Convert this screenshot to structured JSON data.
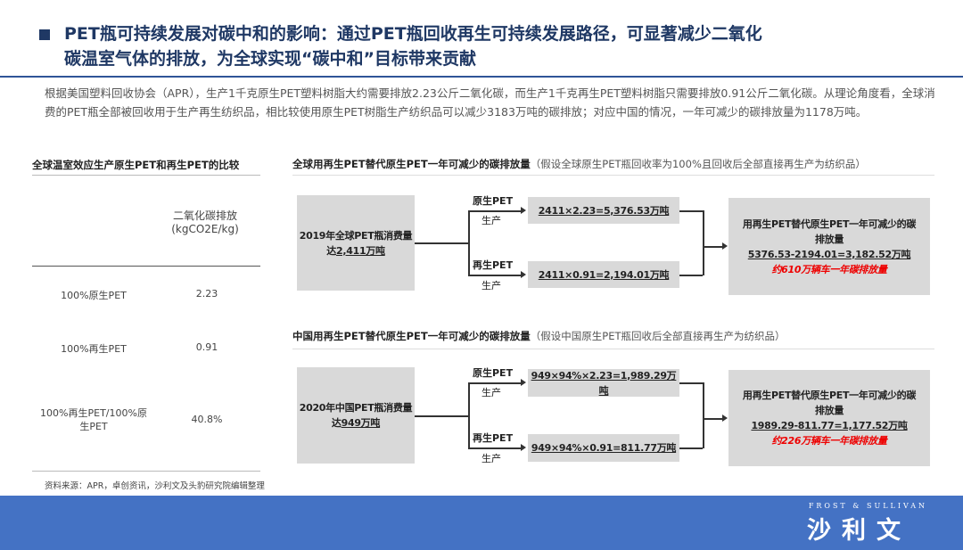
{
  "header": {
    "title": "PET瓶可持续发展对碳中和的影响：通过PET瓶回收再生可持续发展路径，可显著减少二氧化碳温室气体的排放，为全球实现“碳中和”目标带来贡献"
  },
  "intro": "根据美国塑料回收协会（APR），生产1千克原生PET塑料树脂大约需要排放2.23公斤二氧化碳，而生产1千克再生PET塑料树脂只需要排放0.91公斤二氧化碳。从理论角度看，全球消费的PET瓶全部被回收用于生产再生纺织品，相比较使用原生PET树脂生产纺织品可以减少3183万吨的碳排放；对应中国的情况，一年可减少的碳排放量为1178万吨。",
  "table": {
    "title": "全球温室效应生产原生PET和再生PET的比较",
    "col_header": "二氧化碳排放",
    "col_unit": "(kgCO2E/kg)",
    "rows": [
      {
        "label": "100%原生PET",
        "value": "2.23"
      },
      {
        "label": "100%再生PET",
        "value": "0.91"
      },
      {
        "label": "100%再生PET/100%原生PET",
        "value": "40.8%"
      }
    ]
  },
  "global": {
    "title": "全球用再生PET替代原生PET一年可减少的碳排放量",
    "note": "（假设全球原生PET瓶回收率为100%且回收后全部直接再生产为纺织品）",
    "source_pre": "2019年全球PET瓶消费量达",
    "source_val": "2,411万吨",
    "virgin_label": "原生PET",
    "virgin_label2": "生产",
    "virgin_calc": "2411×2.23=5,376.53万吨",
    "recycled_label": "再生PET",
    "recycled_label2": "生产",
    "recycled_calc": "2411×0.91=2,194.01万吨",
    "result_title": "用再生PET替代原生PET一年可减少的碳排放量",
    "result_calc": "5376.53-2194.01=3,182.52万吨",
    "result_note": "约610万辆车一年碳排放量"
  },
  "china": {
    "title": "中国用再生PET替代原生PET一年可减少的碳排放量",
    "note": "（假设中国原生PET瓶回收后全部直接再生产为纺织品）",
    "source_pre": "2020年中国PET瓶消费量达",
    "source_val": "949万吨",
    "virgin_label": "原生PET",
    "virgin_label2": "生产",
    "virgin_calc": "949×94%×2.23=1,989.29万吨",
    "recycled_label": "再生PET",
    "recycled_label2": "生产",
    "recycled_calc": "949×94%×0.91=811.77万吨",
    "result_title": "用再生PET替代原生PET一年可减少的碳排放量",
    "result_calc": "1989.29-811.77=1,177.52万吨",
    "result_note": "约226万辆车一年碳排放量"
  },
  "source": "资料来源：APR，卓创资讯，沙利文及头豹研究院编辑整理",
  "brand": {
    "en": "FROST & SULLIVAN",
    "cn": "沙利文"
  },
  "colors": {
    "accent": "#1f3864",
    "footer": "#4472c4",
    "box": "#d9d9d9",
    "red": "#ee0000"
  }
}
